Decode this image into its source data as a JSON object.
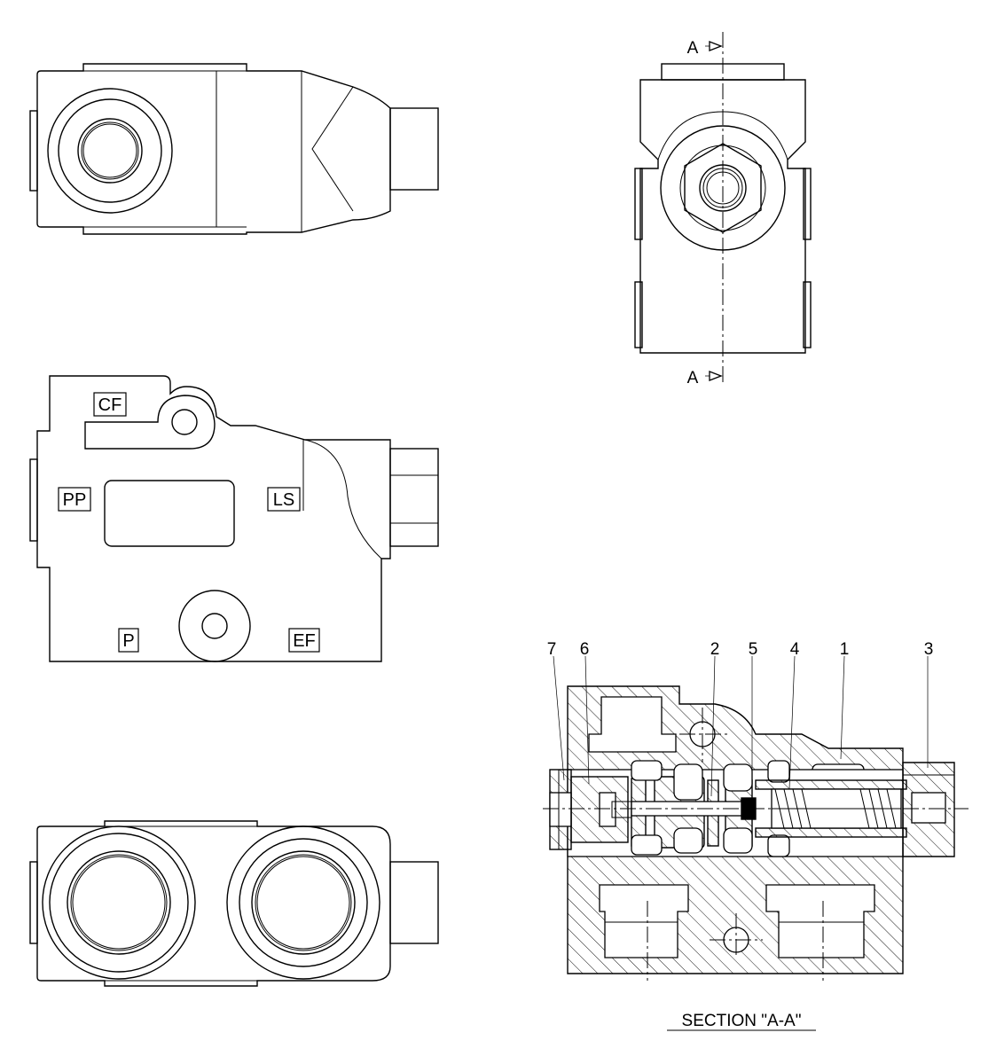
{
  "section_markers": {
    "top": "A",
    "bottom": "A"
  },
  "port_labels": {
    "cf": "CF",
    "pp": "PP",
    "ls": "LS",
    "p": "P",
    "ef": "EF"
  },
  "part_numbers": [
    "7",
    "6",
    "2",
    "5",
    "4",
    "1",
    "3"
  ],
  "section_title": "SECTION \"A-A\"",
  "colors": {
    "line": "#000000",
    "background": "#ffffff"
  }
}
